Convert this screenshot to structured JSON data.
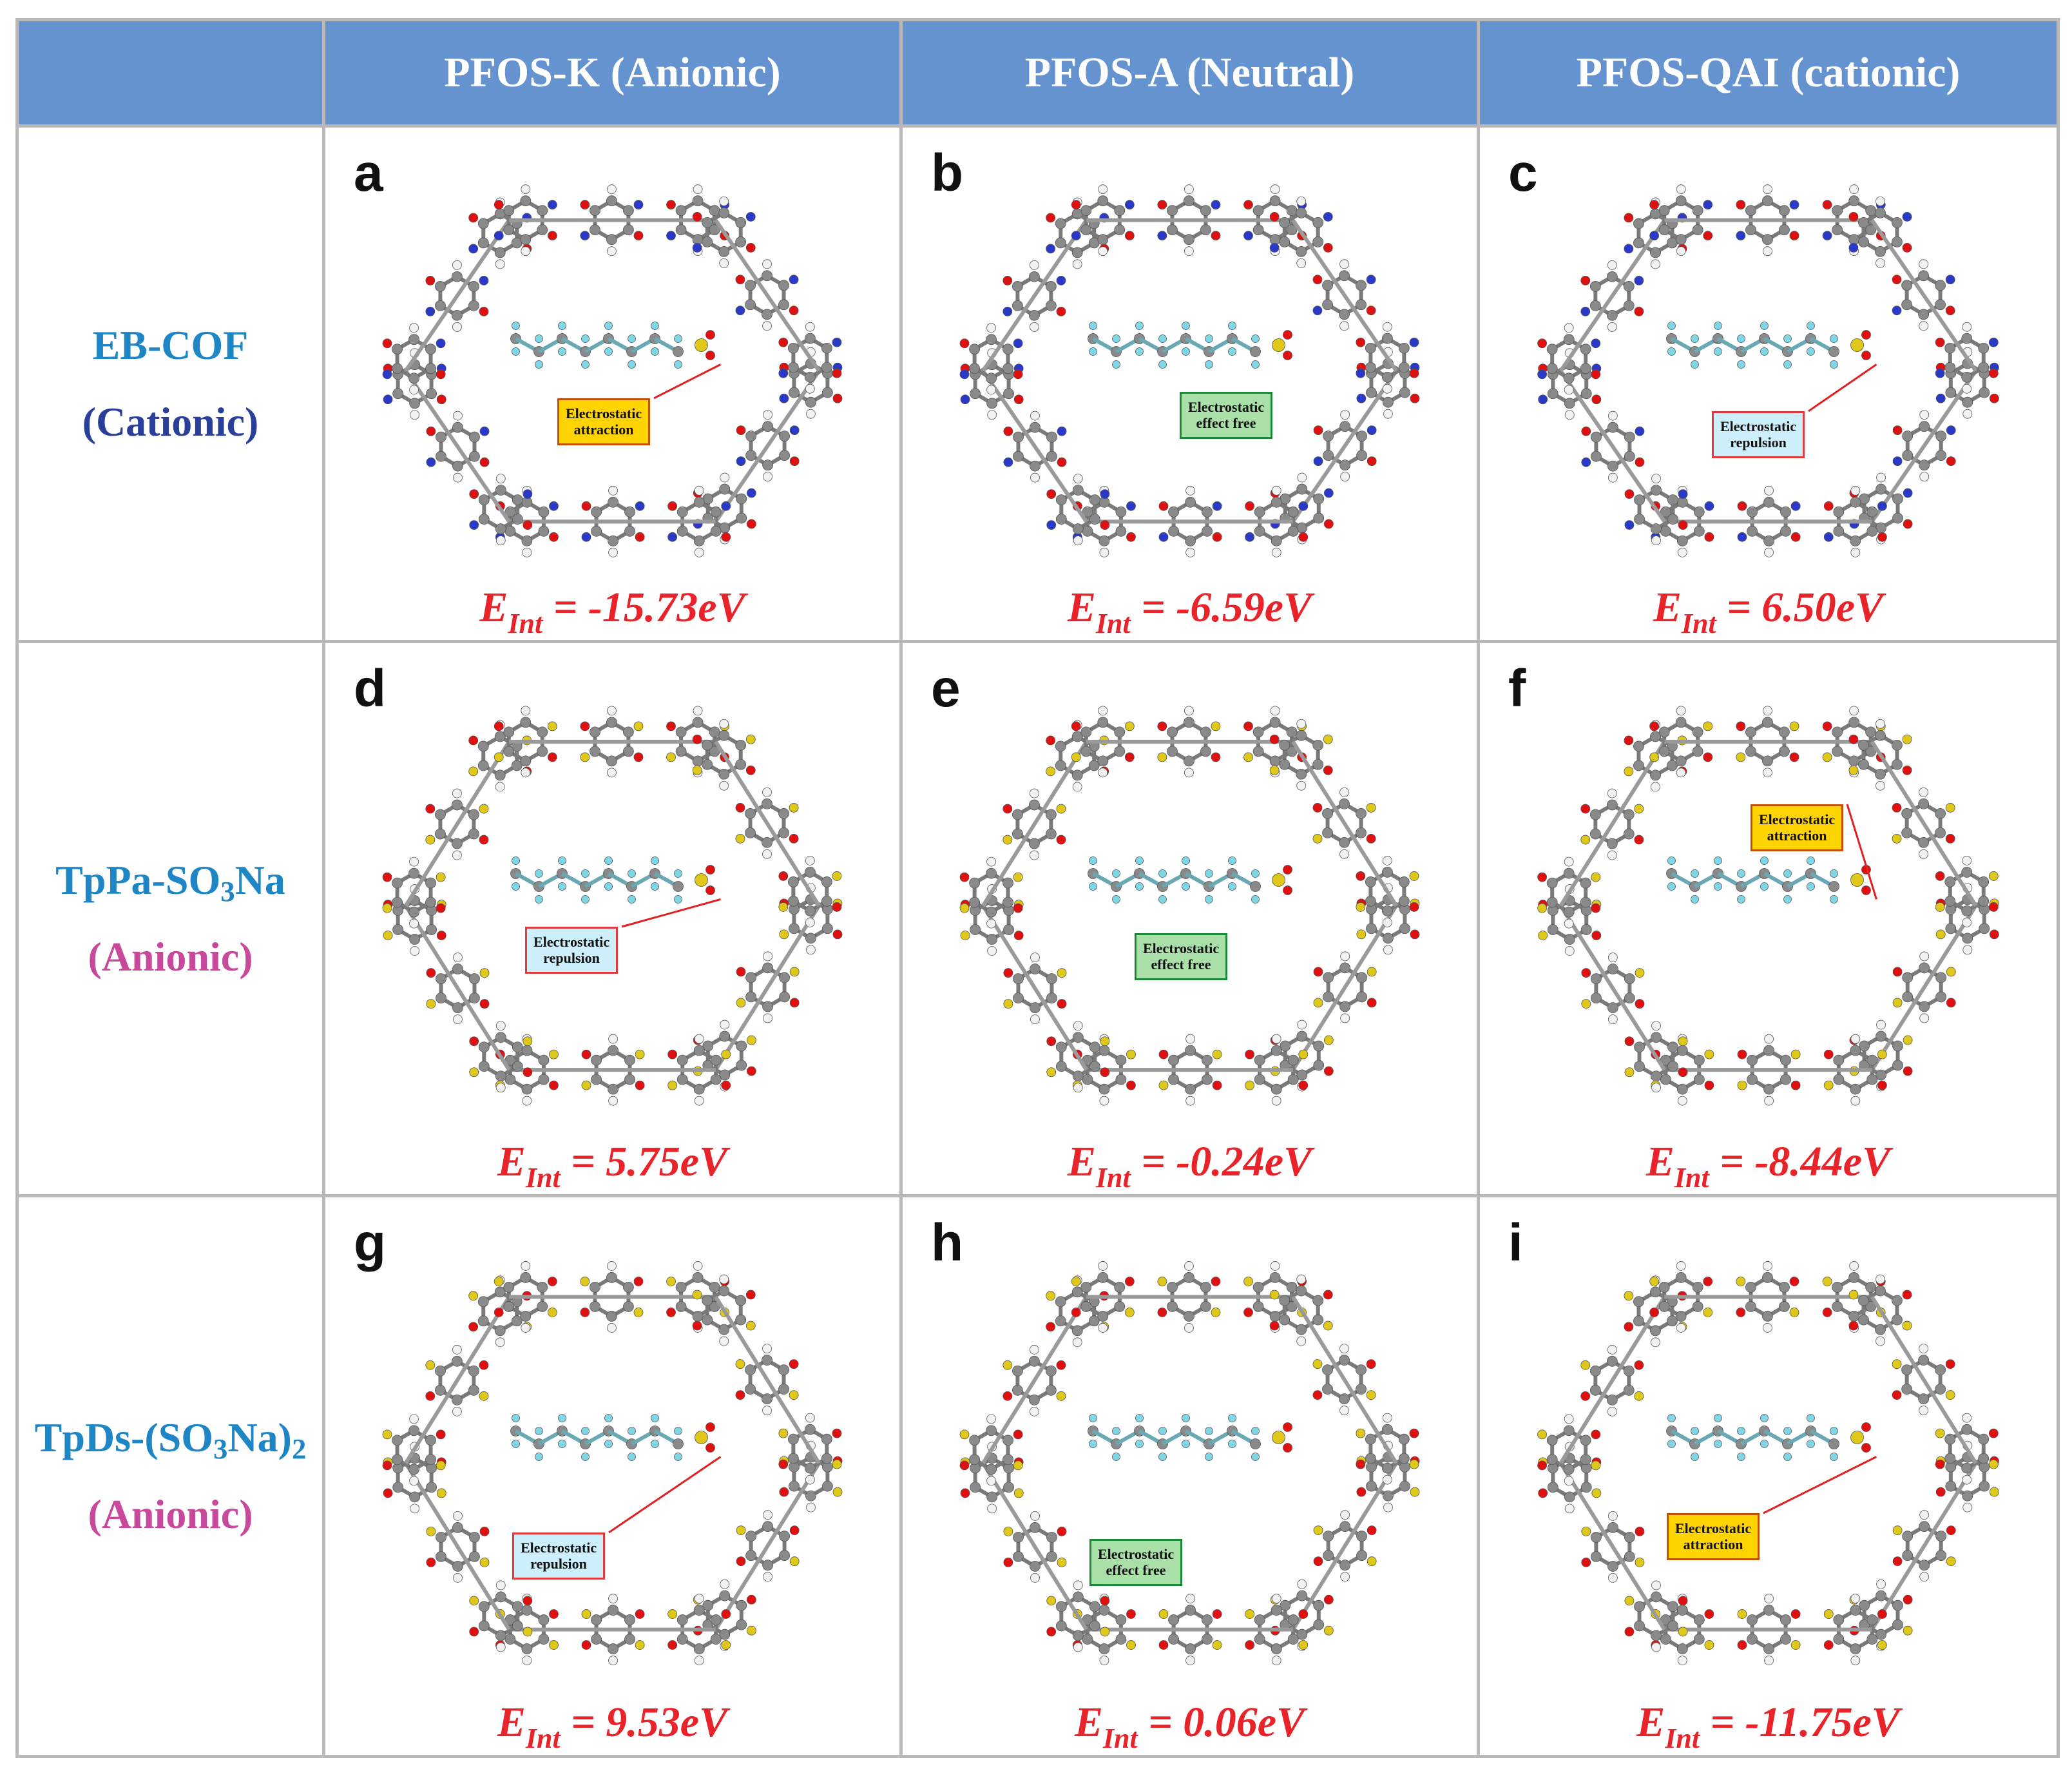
{
  "headers": [
    "",
    "PFOS-K (Anionic)",
    "PFOS-A (Neutral)",
    "PFOS-QAI (cationic)"
  ],
  "rows": [
    {
      "label_line1": "EB-COF",
      "label_line2": "(Cationic)",
      "label_line2_color": "#2a3f9a",
      "cells": [
        {
          "letter": "a",
          "energy": "= -15.73eV",
          "badge": {
            "text1": "Electrostatic",
            "text2": "attraction",
            "kind": "attr"
          }
        },
        {
          "letter": "b",
          "energy": "= -6.59eV",
          "badge": {
            "text1": "Electrostatic",
            "text2": "effect free",
            "kind": "free"
          }
        },
        {
          "letter": "c",
          "energy": "= 6.50eV",
          "badge": {
            "text1": "Electrostatic",
            "text2": "repulsion",
            "kind": "rep"
          }
        }
      ]
    },
    {
      "label_line1_main": "TpPa-SO",
      "label_line1_sub": "3",
      "label_line1_tail": "Na",
      "label_line2": "(Anionic)",
      "label_line2_color": "#c8489c",
      "cells": [
        {
          "letter": "d",
          "energy": "= 5.75eV",
          "badge": {
            "text1": "Electrostatic",
            "text2": "repulsion",
            "kind": "rep"
          }
        },
        {
          "letter": "e",
          "energy": "= -0.24eV",
          "badge": {
            "text1": "Electrostatic",
            "text2": "effect free",
            "kind": "free"
          }
        },
        {
          "letter": "f",
          "energy": "= -8.44eV",
          "badge": {
            "text1": "Electrostatic",
            "text2": "attraction",
            "kind": "attr"
          }
        }
      ]
    },
    {
      "label_line1_main": "TpDs-(SO",
      "label_line1_sub": "3",
      "label_line1_tail": "Na)",
      "label_line1_sub2": "2",
      "label_line2": "(Anionic)",
      "label_line2_color": "#c8489c",
      "cells": [
        {
          "letter": "g",
          "energy": "= 9.53eV",
          "badge": {
            "text1": "Electrostatic",
            "text2": "repulsion",
            "kind": "rep"
          }
        },
        {
          "letter": "h",
          "energy": "= 0.06eV",
          "badge": {
            "text1": "Electrostatic",
            "text2": "effect free",
            "kind": "free"
          }
        },
        {
          "letter": "i",
          "energy": "= -11.75eV",
          "badge": {
            "text1": "Electrostatic",
            "text2": "attraction",
            "kind": "attr"
          }
        }
      ]
    }
  ],
  "energy_symbol": "E",
  "energy_subscript": "Int",
  "colors": {
    "header_bg": "#6593cf",
    "energy": "#e8242a",
    "carbon": "#8a8a8a",
    "oxygen": "#e01010",
    "nitrogen": "#2a3ac8",
    "sulfur": "#e0c81a",
    "fluorine": "#7fd6e6",
    "hydrogen": "#f2f2f2"
  }
}
